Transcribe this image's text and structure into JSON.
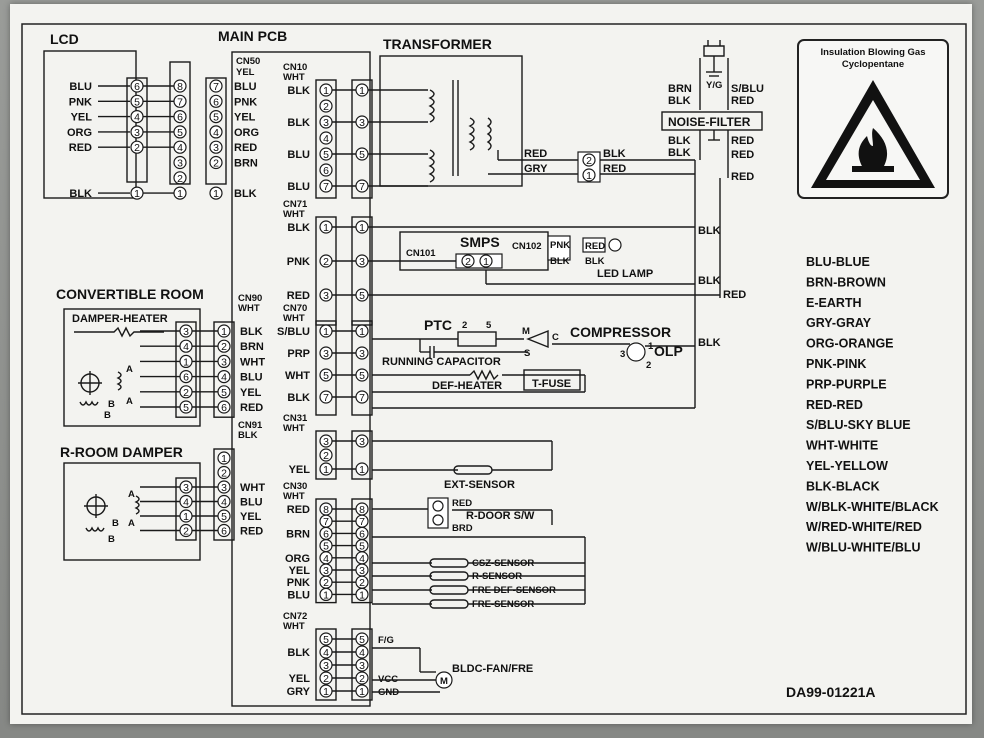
{
  "headings": {
    "lcd": "LCD",
    "main_pcb": "MAIN PCB",
    "transformer": "TRANSFORMER",
    "convertible_room": "CONVERTIBLE ROOM",
    "damper_heater": "DAMPER-HEATER",
    "r_room_damper": "R-ROOM DAMPER"
  },
  "connectors": {
    "cn50": [
      "CN50",
      "YEL"
    ],
    "cn10": [
      "CN10",
      "WHT"
    ],
    "cn71": [
      "CN71",
      "WHT"
    ],
    "cn90": [
      "CN90",
      "WHT"
    ],
    "cn70": [
      "CN70",
      "WHT"
    ],
    "cn31": [
      "CN31",
      "WHT"
    ],
    "cn91": [
      "CN91",
      "BLK"
    ],
    "cn30": [
      "CN30",
      "WHT"
    ],
    "cn72": [
      "CN72",
      "WHT"
    ]
  },
  "lcd_rows": [
    {
      "label": "BLU",
      "pin": "6",
      "mid": "8",
      "pcb": "7",
      "right": "BLU"
    },
    {
      "label": "PNK",
      "pin": "5",
      "mid": "7",
      "pcb": "6",
      "right": "PNK"
    },
    {
      "label": "YEL",
      "pin": "4",
      "mid": "6",
      "pcb": "5",
      "right": "YEL"
    },
    {
      "label": "ORG",
      "pin": "3",
      "mid": "5",
      "pcb": "4",
      "right": "ORG"
    },
    {
      "label": "RED",
      "pin": "2",
      "mid": "4",
      "pcb": "3",
      "right": "RED"
    },
    {
      "label": "",
      "pin": "",
      "mid": "3",
      "pcb": "2",
      "right": "BRN"
    },
    {
      "label": "",
      "pin": "",
      "mid": "2",
      "pcb": "",
      "right": ""
    },
    {
      "label": "BLK",
      "pin": "1",
      "mid": "1",
      "pcb": "1",
      "right": "BLK"
    }
  ],
  "cn10_rows": [
    {
      "label": "BLK",
      "pin": "1",
      "out": "1"
    },
    {
      "label": "",
      "pin": "2",
      "out": ""
    },
    {
      "label": "BLK",
      "pin": "3",
      "out": "3"
    },
    {
      "label": "",
      "pin": "4",
      "out": ""
    },
    {
      "label": "BLU",
      "pin": "5",
      "out": "5"
    },
    {
      "label": "",
      "pin": "6",
      "out": ""
    },
    {
      "label": "BLU",
      "pin": "7",
      "out": "7"
    }
  ],
  "cn71_rows": [
    {
      "label": "BLK",
      "pin": "1",
      "out": "1"
    },
    {
      "label": "PNK",
      "pin": "2",
      "out": "3"
    },
    {
      "label": "RED",
      "pin": "3",
      "out": "5"
    }
  ],
  "cn70_rows": [
    {
      "label": "S/BLU",
      "pin": "1",
      "out": "1"
    },
    {
      "label": "PRP",
      "pin": "3",
      "out": "3"
    },
    {
      "label": "WHT",
      "pin": "5",
      "out": "5"
    },
    {
      "label": "BLK",
      "pin": "7",
      "out": "7"
    }
  ],
  "cn31_rows": [
    {
      "label": "",
      "pin": "3",
      "out": "3"
    },
    {
      "label": "",
      "pin": "2",
      "out": ""
    },
    {
      "label": "YEL",
      "pin": "1",
      "out": "1"
    }
  ],
  "cn30_rows": [
    {
      "label": "RED",
      "pin": "8",
      "out": "8"
    },
    {
      "label": "",
      "pin": "7",
      "out": "7"
    },
    {
      "label": "BRN",
      "pin": "6",
      "out": "6"
    },
    {
      "label": "",
      "pin": "5",
      "out": "5"
    },
    {
      "label": "ORG",
      "pin": "4",
      "out": "4"
    },
    {
      "label": "YEL",
      "pin": "3",
      "out": "3"
    },
    {
      "label": "PNK",
      "pin": "2",
      "out": "2"
    },
    {
      "label": "BLU",
      "pin": "1",
      "out": "1"
    }
  ],
  "cn72_rows": [
    {
      "label": "",
      "pin": "5",
      "out": "5",
      "sig": "F/G"
    },
    {
      "label": "BLK",
      "pin": "4",
      "out": "4",
      "sig": ""
    },
    {
      "label": "",
      "pin": "3",
      "out": "3",
      "sig": ""
    },
    {
      "label": "YEL",
      "pin": "2",
      "out": "2",
      "sig": "VCC"
    },
    {
      "label": "GRY",
      "pin": "1",
      "out": "1",
      "sig": "GND"
    }
  ],
  "cn90_rows": [
    {
      "inner": "3",
      "pin": "1",
      "label": "BLK"
    },
    {
      "inner": "4",
      "pin": "2",
      "label": "BRN"
    },
    {
      "inner": "1",
      "pin": "3",
      "label": "WHT"
    },
    {
      "inner": "6",
      "pin": "4",
      "label": "BLU"
    },
    {
      "inner": "2",
      "pin": "5",
      "label": "YEL"
    },
    {
      "inner": "5",
      "pin": "6",
      "label": "RED"
    }
  ],
  "cn91_rows": [
    {
      "inner": "",
      "pin": "1",
      "label": ""
    },
    {
      "inner": "",
      "pin": "2",
      "label": ""
    },
    {
      "inner": "3",
      "pin": "3",
      "label": "WHT"
    },
    {
      "inner": "4",
      "pin": "4",
      "label": "BLU"
    },
    {
      "inner": "1",
      "pin": "5",
      "label": "YEL"
    },
    {
      "inner": "2",
      "pin": "6",
      "label": "RED"
    }
  ],
  "noise_filter": {
    "title": "NOISE-FILTER",
    "top_left": [
      "BRN",
      "BLK"
    ],
    "top_right": [
      "S/BLU",
      "RED"
    ],
    "ground": "Y/G",
    "bottom_left": [
      "BLK",
      "BLK"
    ],
    "bottom_right": [
      "RED",
      "RED"
    ]
  },
  "transformer_out": {
    "pin2": "2",
    "pin1": "1",
    "red": "RED",
    "gry": "GRY",
    "blk": "BLK",
    "red2": "RED",
    "red3": "RED"
  },
  "smps": {
    "title": "SMPS",
    "cn101": "CN101",
    "cn102": "CN102",
    "p2": "2",
    "p1": "1",
    "pnk": "PNK",
    "red": "RED",
    "blk1": "BLK",
    "blk2": "BLK",
    "led": "LED LAMP",
    "blk_out": "BLK",
    "blk_out2": "BLK",
    "red_out": "RED"
  },
  "compressor": {
    "ptc": "PTC",
    "ptc_pins": [
      "2",
      "5"
    ],
    "m": "M",
    "c": "C",
    "s": "S",
    "title": "COMPRESSOR",
    "cap": "RUNNING CAPACITOR",
    "olp": "OLP",
    "olp_pins": [
      "3",
      "1",
      "2"
    ],
    "blk": "BLK"
  },
  "loads": {
    "def_heater": "DEF-HEATER",
    "t_fuse": "T-FUSE",
    "ext_sensor": "EXT-SENSOR",
    "door_sw": "R-DOOR S/W",
    "door_red": "RED",
    "door_brd": "BRD",
    "csz": "CSZ-SENSOR",
    "r_sensor": "R-SENSOR",
    "fre_def": "FRE DEF-SENSOR",
    "fre": "FRE-SENSOR",
    "fan": "BLDC-FAN/FRE",
    "motor": "M"
  },
  "damper_labels": {
    "a": "A",
    "b": "B"
  },
  "warning": {
    "line1": "Insulation Blowing Gas",
    "line2": "Cyclopentane"
  },
  "legend": [
    "BLU-BLUE",
    "BRN-BROWN",
    "E-EARTH",
    "GRY-GRAY",
    "ORG-ORANGE",
    "PNK-PINK",
    "PRP-PURPLE",
    "RED-RED",
    "S/BLU-SKY BLUE",
    "WHT-WHITE",
    "YEL-YELLOW",
    "BLK-BLACK",
    "W/BLK-WHITE/BLACK",
    "W/RED-WHITE/RED",
    "W/BLU-WHITE/BLU"
  ],
  "part_number": "DA99-01221A"
}
